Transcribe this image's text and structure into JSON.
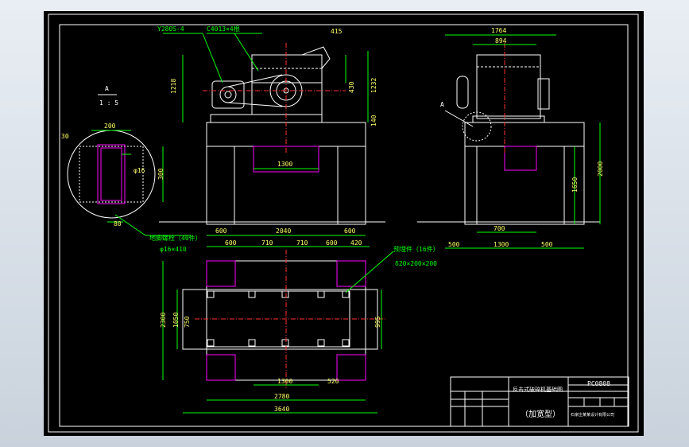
{
  "colors": {
    "background": "#000000",
    "border": "#ffffff",
    "geometry": "#ffffff",
    "dimension": "#00ff00",
    "annotation": "#00ff00",
    "centerline": "#ff3030",
    "foundation_pad": "#ff00ff",
    "dim_text": "#ffff66"
  },
  "top_labels": {
    "motor_model": "Y280S-4",
    "belt": "C4013×4根",
    "dim_415": "415"
  },
  "detail": {
    "letter": "A",
    "scale": "1 : 5",
    "w200": "200",
    "d30": "30",
    "h300": "300",
    "phi16": "φ16",
    "w80": "80"
  },
  "front_view": {
    "h1218": "1218",
    "h430": "430",
    "h1232": "1232",
    "h140": "140",
    "w1300": "1300",
    "w600": "600",
    "w2040": "2040",
    "w600b": "600"
  },
  "side_view": {
    "w1764": "1764",
    "w894": "894",
    "label_a": "A",
    "h2000": "2000",
    "h1650": "1650",
    "w500a": "500",
    "w700": "700",
    "w1300": "1300",
    "w500b": "500"
  },
  "plan_view": {
    "top_600a": "600",
    "top_710a": "710",
    "top_710b": "710",
    "top_600b": "600",
    "top_420": "420",
    "h2300": "2300",
    "h1050": "1050",
    "h750": "750",
    "h995": "995",
    "w1300": "1300",
    "w520": "520",
    "w2780": "2780",
    "w3640": "3640"
  },
  "annotations": {
    "bolts": "地脚螺栓（40件）",
    "bolt_size": "φ16×410",
    "embedded": "预埋件（16件）",
    "embedded_size": "δ20×200×200"
  },
  "title_block": {
    "title": "反击式破碎机基础图",
    "model": "PC0808",
    "type": "（加宽型）",
    "company": "石家庄某某设计有限公司"
  }
}
